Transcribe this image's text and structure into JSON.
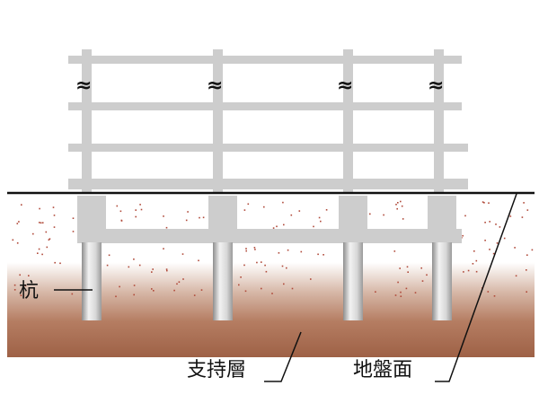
{
  "labels": {
    "pile": "杭",
    "bearing_layer": "支持層",
    "ground_surface": "地盤面"
  },
  "break_mark": "≈",
  "colors": {
    "frame": "#cdcdcd",
    "frame_shadow": "#a9a9a9",
    "ground_line": "#111111",
    "soil_top": "#ffffff",
    "soil_bottom": "#a0654a",
    "soil_dots": "#b04a3a"
  }
}
